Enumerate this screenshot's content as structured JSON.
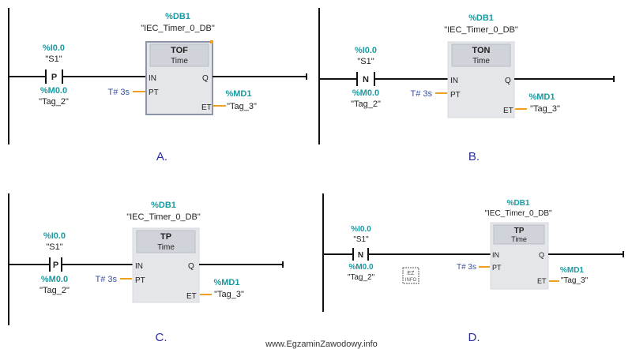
{
  "diagrams": [
    {
      "option": "A.",
      "db_address": "%DB1",
      "db_name": "\"IEC_Timer_0_DB\"",
      "block_type": "TOF",
      "block_sub": "Time",
      "in_pin": "IN",
      "pt_pin": "PT",
      "q_pin": "Q",
      "et_pin": "ET",
      "contact_symbol": "P",
      "contact_address": "%I0.0",
      "contact_name": "\"S1\"",
      "edge_address": "%M0.0",
      "edge_name": "\"Tag_2\"",
      "pt_value": "T# 3s",
      "et_address": "%MD1",
      "et_name": "\"Tag_3\""
    },
    {
      "option": "B.",
      "db_address": "%DB1",
      "db_name": "\"IEC_Timer_0_DB\"",
      "block_type": "TON",
      "block_sub": "Time",
      "in_pin": "IN",
      "pt_pin": "PT",
      "q_pin": "Q",
      "et_pin": "ET",
      "contact_symbol": "N",
      "contact_address": "%I0.0",
      "contact_name": "\"S1\"",
      "edge_address": "%M0.0",
      "edge_name": "\"Tag_2\"",
      "pt_value": "T# 3s",
      "et_address": "%MD1",
      "et_name": "\"Tag_3\""
    },
    {
      "option": "C.",
      "db_address": "%DB1",
      "db_name": "\"IEC_Timer_0_DB\"",
      "block_type": "TP",
      "block_sub": "Time",
      "in_pin": "IN",
      "pt_pin": "PT",
      "q_pin": "Q",
      "et_pin": "ET",
      "contact_symbol": "P",
      "contact_address": "%I0.0",
      "contact_name": "\"S1\"",
      "edge_address": "%M0.0",
      "edge_name": "\"Tag_2\"",
      "pt_value": "T# 3s",
      "et_address": "%MD1",
      "et_name": "\"Tag_3\""
    },
    {
      "option": "D.",
      "db_address": "%DB1",
      "db_name": "\"IEC_Timer_0_DB\"",
      "block_type": "TP",
      "block_sub": "Time",
      "in_pin": "IN",
      "pt_pin": "PT",
      "q_pin": "Q",
      "et_pin": "ET",
      "contact_symbol": "N",
      "contact_address": "%I0.0",
      "contact_name": "\"S1\"",
      "edge_address": "%M0.0",
      "edge_name": "\"Tag_2\"",
      "pt_value": "T# 3s",
      "et_address": "%MD1",
      "et_name": "\"Tag_3\""
    }
  ],
  "watermark": {
    "mark": "EZINFO",
    "footer": "www.EgzaminZawodowy.info"
  },
  "colors": {
    "address": "#1a9aa0",
    "wire": "#111111",
    "pt_et_line": "#f0a020",
    "block_fill": "#e4e6ea",
    "block_header": "#d0d4da",
    "option_label": "#2a2fa0"
  }
}
